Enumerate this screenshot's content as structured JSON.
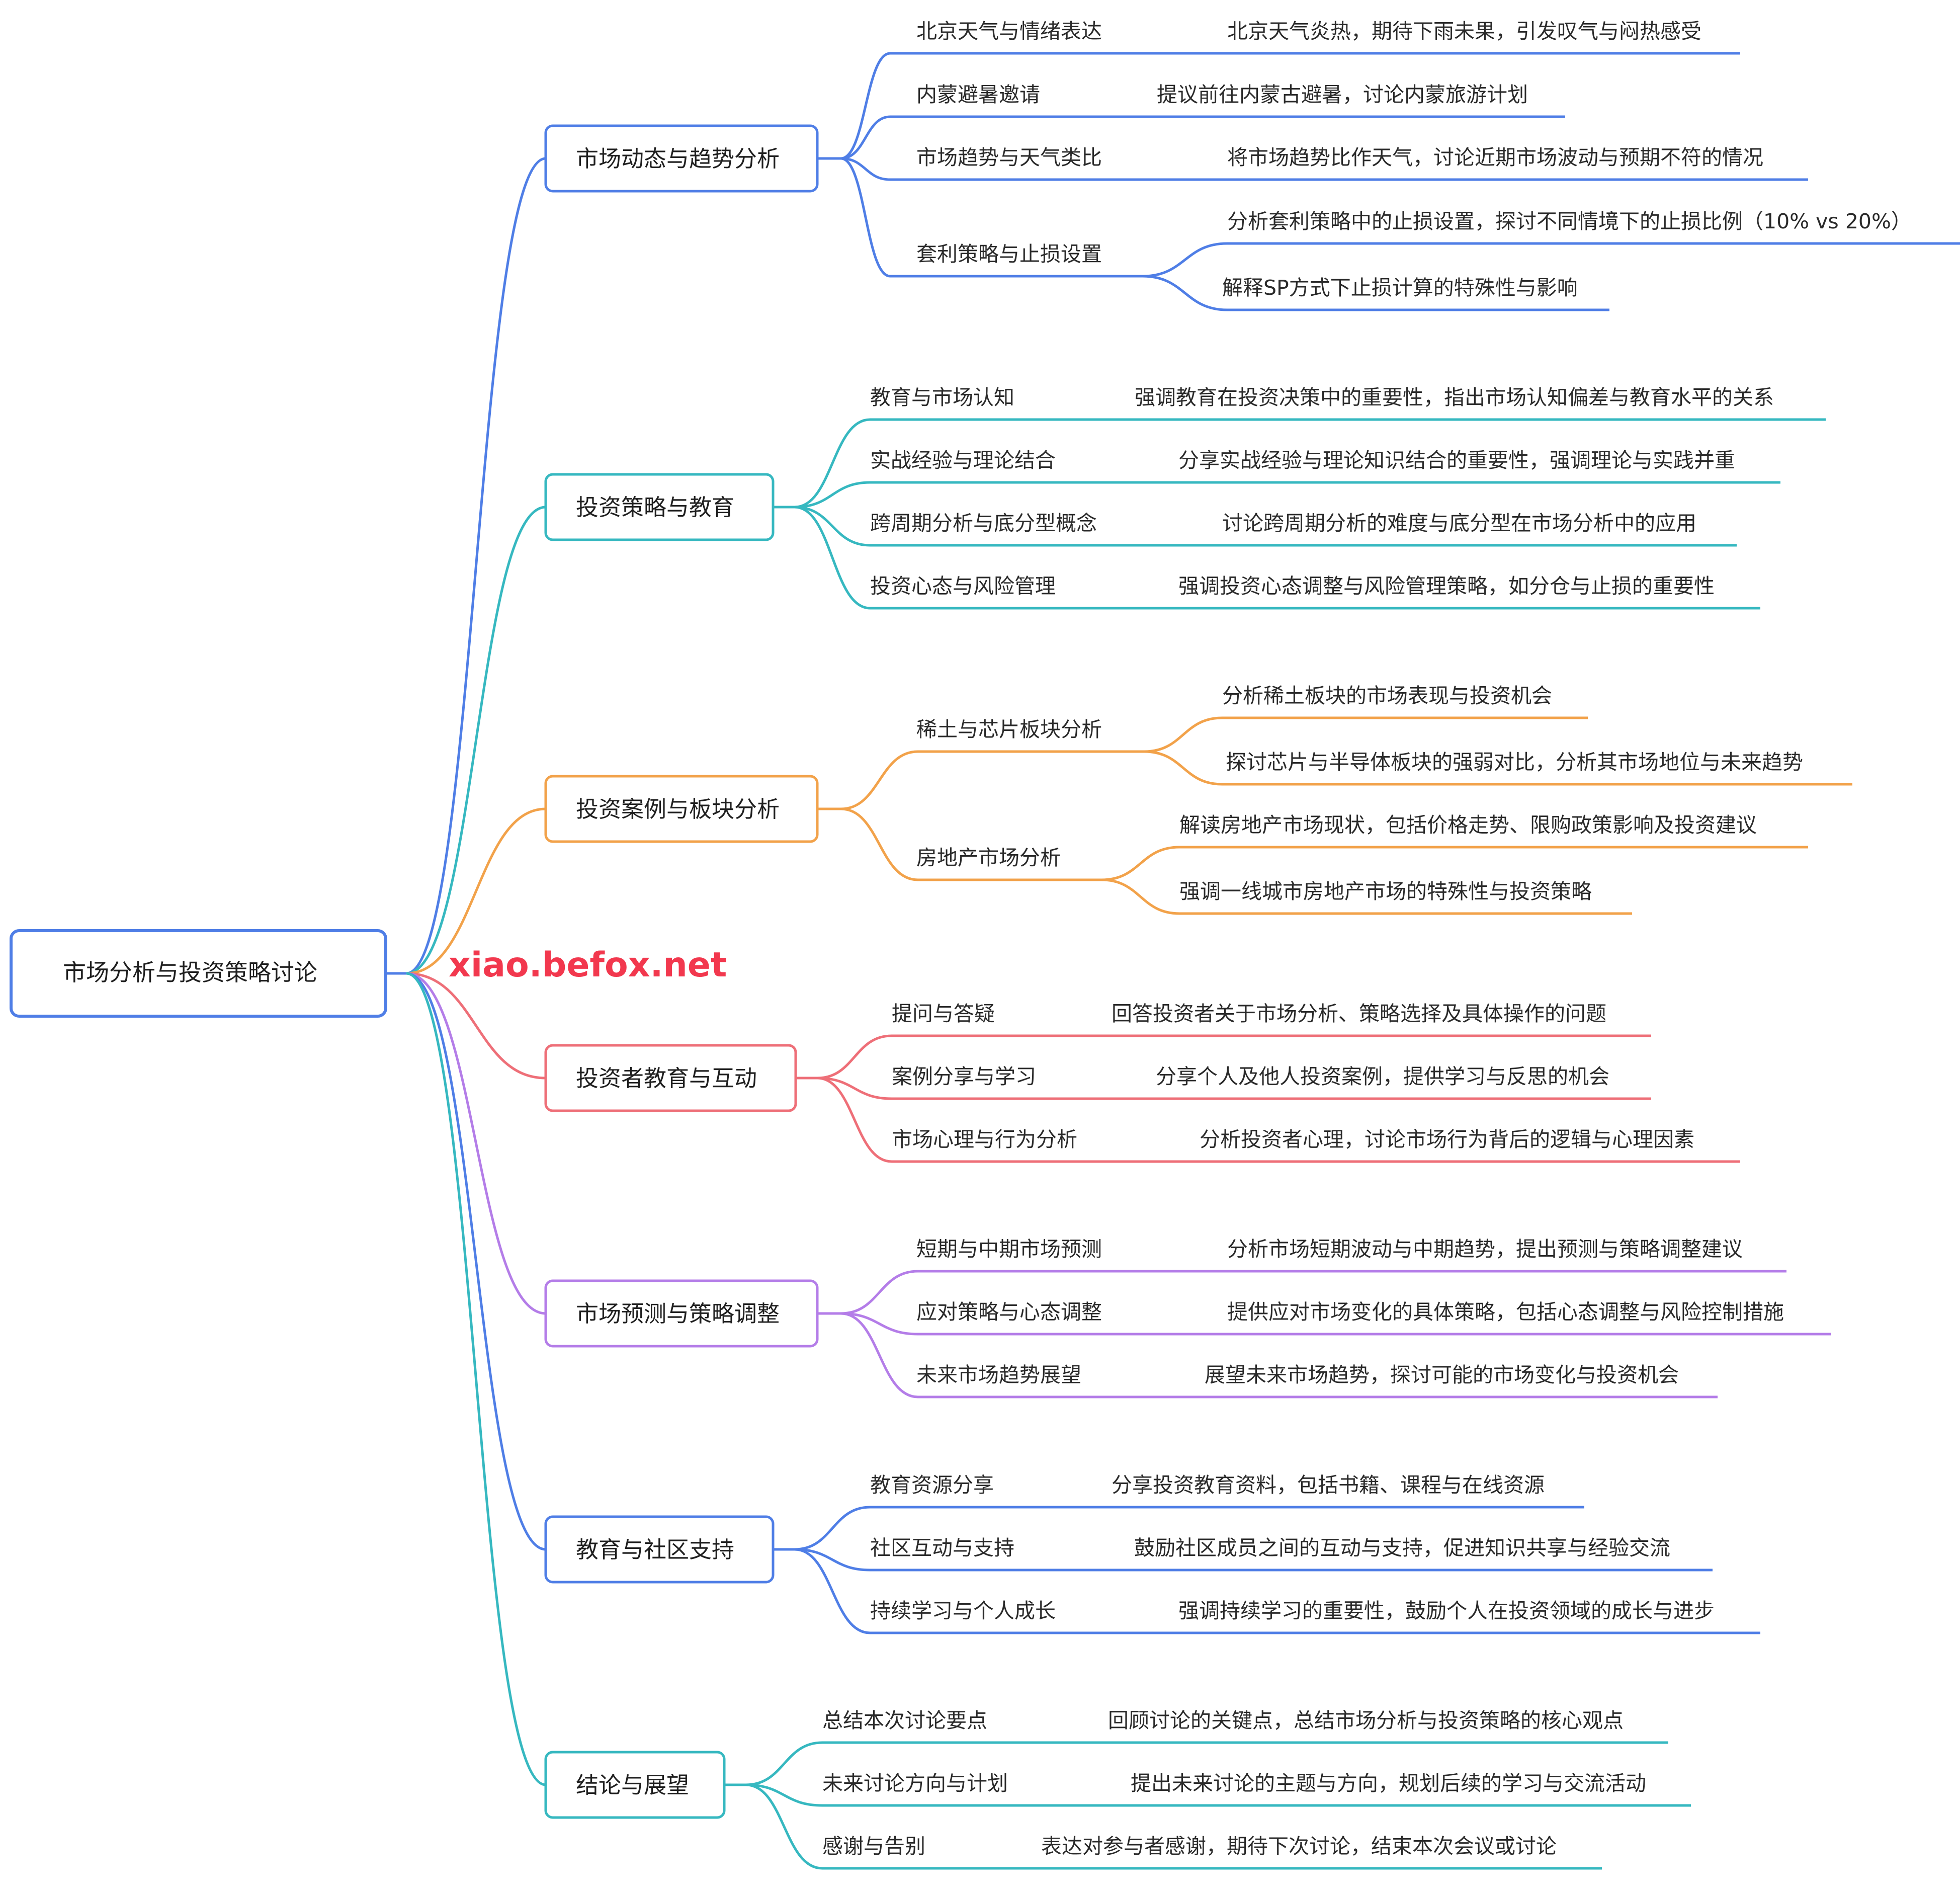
{
  "root": {
    "label": "市场分析与投资策略讨论"
  },
  "watermark": {
    "text": "xiao.befox.net",
    "color": "#f2384e"
  },
  "colors": {
    "root_border": "#4f7ee6",
    "blue": "#4f7ee6",
    "teal": "#36b8c0",
    "orange": "#f2a24a",
    "red": "#ee6f78",
    "purple": "#b47de8"
  },
  "branches": [
    {
      "label": "市场动态与趋势分析",
      "color": "#4f7ee6",
      "children": [
        {
          "label": "北京天气与情绪表达",
          "details": [
            "北京天气炎热，期待下雨未果，引发叹气与闷热感受"
          ]
        },
        {
          "label": "内蒙避暑邀请",
          "details": [
            "提议前往内蒙古避暑，讨论内蒙旅游计划"
          ]
        },
        {
          "label": "市场趋势与天气类比",
          "details": [
            "将市场趋势比作天气，讨论近期市场波动与预期不符的情况"
          ]
        },
        {
          "label": "套利策略与止损设置",
          "details": [
            "分析套利策略中的止损设置，探讨不同情境下的止损比例（10% vs 20%）",
            "解释SP方式下止损计算的特殊性与影响"
          ]
        }
      ]
    },
    {
      "label": "投资策略与教育",
      "color": "#36b8c0",
      "children": [
        {
          "label": "教育与市场认知",
          "details": [
            "强调教育在投资决策中的重要性，指出市场认知偏差与教育水平的关系"
          ]
        },
        {
          "label": "实战经验与理论结合",
          "details": [
            "分享实战经验与理论知识结合的重要性，强调理论与实践并重"
          ]
        },
        {
          "label": "跨周期分析与底分型概念",
          "details": [
            "讨论跨周期分析的难度与底分型在市场分析中的应用"
          ]
        },
        {
          "label": "投资心态与风险管理",
          "details": [
            "强调投资心态调整与风险管理策略，如分仓与止损的重要性"
          ]
        }
      ]
    },
    {
      "label": "投资案例与板块分析",
      "color": "#f2a24a",
      "children": [
        {
          "label": "稀土与芯片板块分析",
          "details": [
            "分析稀土板块的市场表现与投资机会",
            "探讨芯片与半导体板块的强弱对比，分析其市场地位与未来趋势"
          ]
        },
        {
          "label": "房地产市场分析",
          "details": [
            "解读房地产市场现状，包括价格走势、限购政策影响及投资建议",
            "强调一线城市房地产市场的特殊性与投资策略"
          ]
        }
      ]
    },
    {
      "label": "投资者教育与互动",
      "color": "#ee6f78",
      "children": [
        {
          "label": "提问与答疑",
          "details": [
            "回答投资者关于市场分析、策略选择及具体操作的问题"
          ]
        },
        {
          "label": "案例分享与学习",
          "details": [
            "分享个人及他人投资案例，提供学习与反思的机会"
          ]
        },
        {
          "label": "市场心理与行为分析",
          "details": [
            "分析投资者心理，讨论市场行为背后的逻辑与心理因素"
          ]
        }
      ]
    },
    {
      "label": "市场预测与策略调整",
      "color": "#b47de8",
      "children": [
        {
          "label": "短期与中期市场预测",
          "details": [
            "分析市场短期波动与中期趋势，提出预测与策略调整建议"
          ]
        },
        {
          "label": "应对策略与心态调整",
          "details": [
            "提供应对市场变化的具体策略，包括心态调整与风险控制措施"
          ]
        },
        {
          "label": "未来市场趋势展望",
          "details": [
            "展望未来市场趋势，探讨可能的市场变化与投资机会"
          ]
        }
      ]
    },
    {
      "label": "教育与社区支持",
      "color": "#4f7ee6",
      "children": [
        {
          "label": "教育资源分享",
          "details": [
            "分享投资教育资料，包括书籍、课程与在线资源"
          ]
        },
        {
          "label": "社区互动与支持",
          "details": [
            "鼓励社区成员之间的互动与支持，促进知识共享与经验交流"
          ]
        },
        {
          "label": "持续学习与个人成长",
          "details": [
            "强调持续学习的重要性，鼓励个人在投资领域的成长与进步"
          ]
        }
      ]
    },
    {
      "label": "结论与展望",
      "color": "#36b8c0",
      "children": [
        {
          "label": "总结本次讨论要点",
          "details": [
            "回顾讨论的关键点，总结市场分析与投资策略的核心观点"
          ]
        },
        {
          "label": "未来讨论方向与计划",
          "details": [
            "提出未来讨论的主题与方向，规划后续的学习与交流活动"
          ]
        },
        {
          "label": "感谢与告别",
          "details": [
            "表达对参与者感谢，期待下次讨论，结束本次会议或讨论"
          ]
        }
      ]
    }
  ]
}
